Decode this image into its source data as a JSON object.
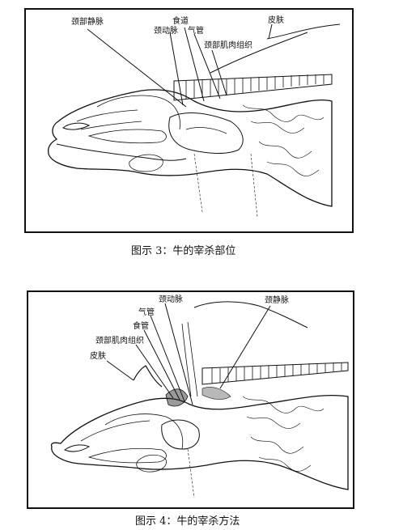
{
  "figure3": {
    "caption": "图示 3：牛的宰杀部位",
    "labels": {
      "jugular_vein": "颈部静脉",
      "esophagus": "食道",
      "carotid": "颈动脉",
      "trachea": "气管",
      "neck_muscle": "颈部肌肉组织",
      "skin": "皮肤"
    }
  },
  "figure4": {
    "caption": "图示 4：牛的宰杀方法",
    "labels": {
      "carotid": "颈动脉",
      "jugular_vein": "颈静脉",
      "trachea": "气管",
      "esophagus": "食管",
      "neck_muscle": "颈部肌肉组织",
      "skin": "皮肤"
    }
  }
}
